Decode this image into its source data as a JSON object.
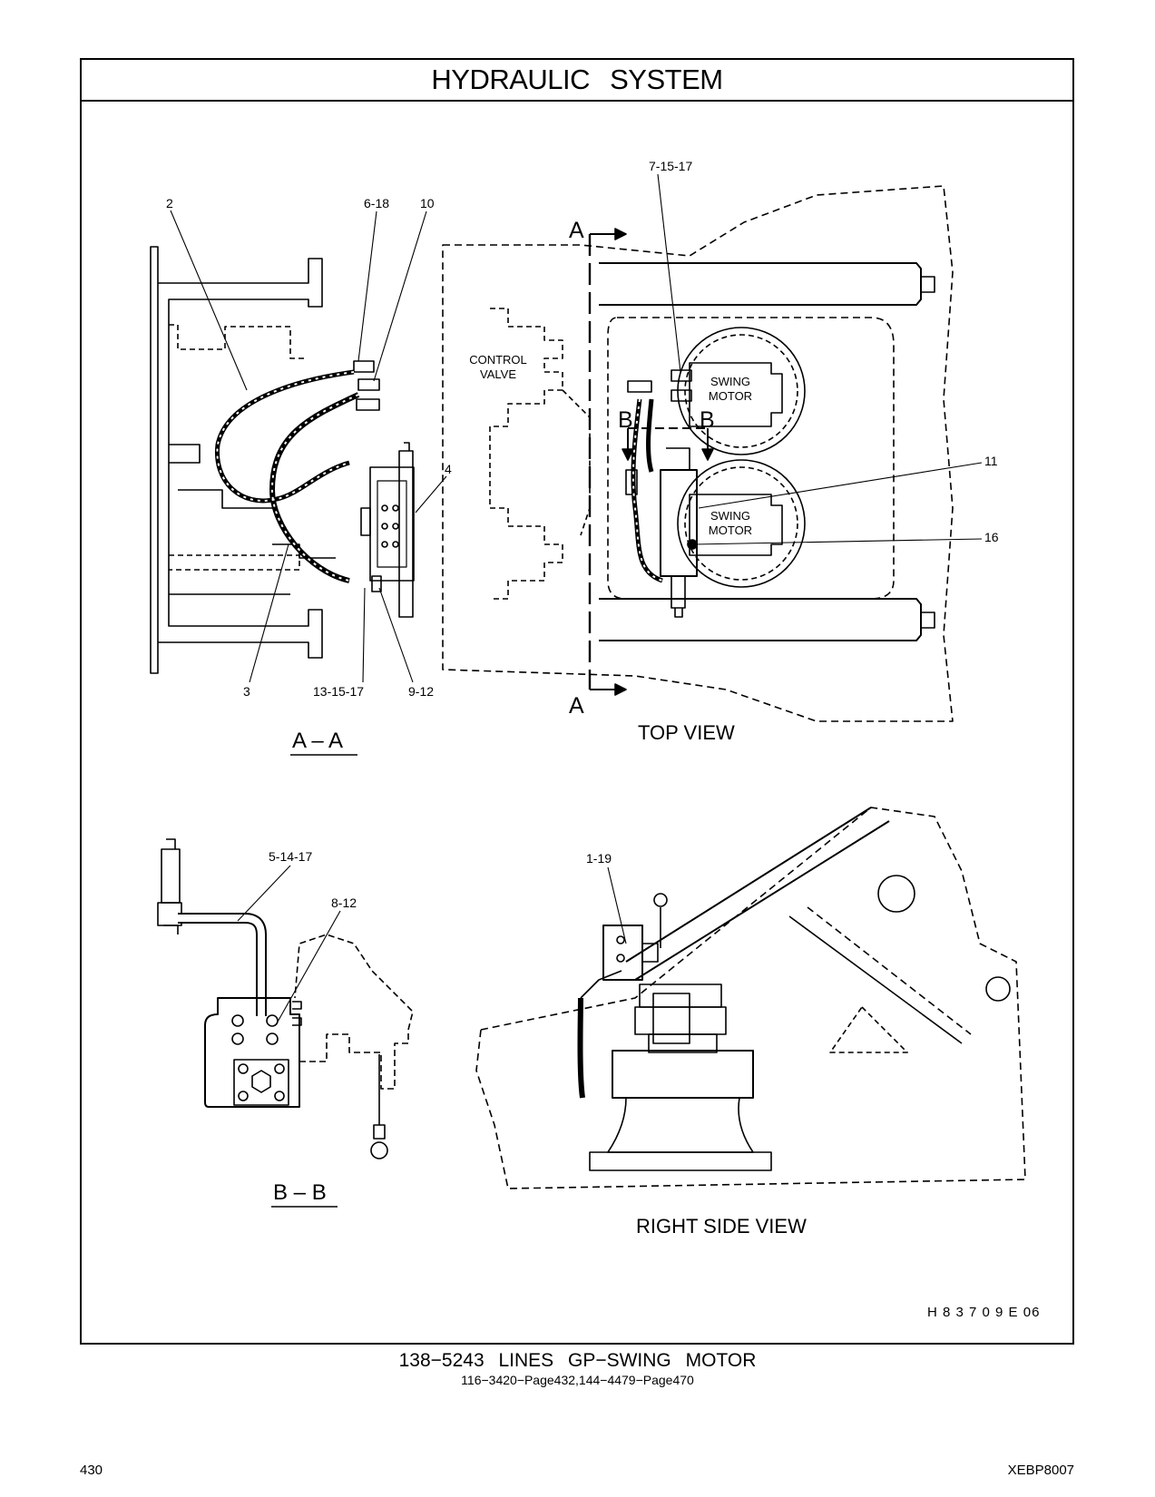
{
  "title": "HYDRAULIC SYSTEM",
  "views": {
    "section_aa": "A – A",
    "top_view": "TOP VIEW",
    "section_bb": "B – B",
    "right_side_view": "RIGHT SIDE VIEW"
  },
  "section_markers": {
    "a": "A",
    "b": "B"
  },
  "component_labels": {
    "control_valve_line1": "CONTROL",
    "control_valve_line2": "VALVE",
    "swing_motor_line1": "SWING",
    "swing_motor_line2": "MOTOR"
  },
  "callouts": {
    "c2": "2",
    "c6_18": "6-18",
    "c10": "10",
    "c4": "4",
    "c3": "3",
    "c13_15_17": "13-15-17",
    "c9_12": "9-12",
    "c7_15_17": "7-15-17",
    "c11": "11",
    "c16": "16",
    "c5_14_17": "5-14-17",
    "c8_12": "8-12",
    "c1_19": "1-19"
  },
  "illustration_code": "H 8 3 7 0 9 E 06",
  "caption": {
    "main": "138−5243 LINES GP−SWING MOTOR",
    "sub": "116−3420−Page432,144−4479−Page470"
  },
  "page_number": "430",
  "document_id": "XEBP8007"
}
